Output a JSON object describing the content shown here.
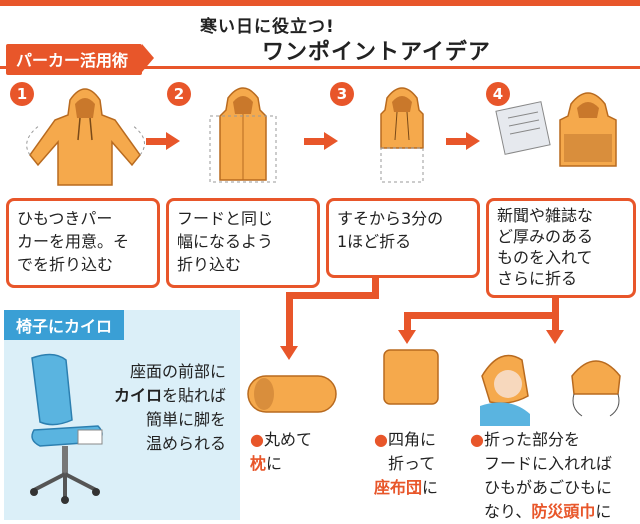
{
  "header": {
    "pretitle": "寒い日に役立つ!",
    "title": "ワンポイントアイデア",
    "badge": "パーカー活用術"
  },
  "steps": [
    {
      "num": "1",
      "text_lines": [
        "ひもつきパー",
        "カーを用意。そ",
        "でを折り込む"
      ]
    },
    {
      "num": "2",
      "text_lines": [
        "フードと同じ",
        "幅になるよう",
        "折り込む"
      ]
    },
    {
      "num": "3",
      "text_lines": [
        "すそから3分の",
        "1ほど折る"
      ]
    },
    {
      "num": "4",
      "text_lines": [
        "新聞や雑誌な",
        "ど厚みのある",
        "ものを入れて",
        "さらに折る"
      ]
    }
  ],
  "chair": {
    "tab": "椅子にカイロ",
    "lines": [
      "座面の前部に",
      "カイロを貼れば",
      "簡単に脚を",
      "温められる"
    ],
    "highlight": "カイロ"
  },
  "results": [
    {
      "bullet": "●",
      "lines": [
        "丸めて",
        "枕に"
      ],
      "highlight": "枕"
    },
    {
      "bullet": "●",
      "lines": [
        "四角に",
        "折って",
        "座布団に"
      ],
      "highlight": "座布団"
    },
    {
      "bullet": "●",
      "lines": [
        "折った部分を",
        "フードに入れれば",
        "ひもがあごひもに",
        "なり、防災頭巾に"
      ],
      "highlight": "防災頭巾"
    }
  ],
  "colors": {
    "accent": "#e8562a",
    "hoodie": "#f5a94c",
    "blue": "#3a9fd5",
    "panel": "#dbeff8"
  }
}
